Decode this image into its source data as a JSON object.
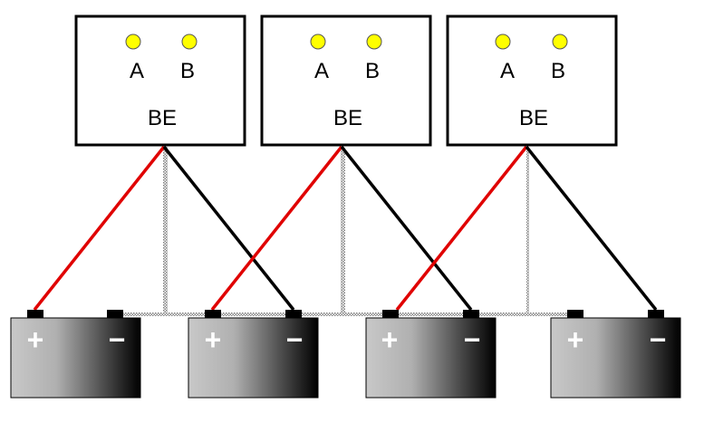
{
  "modules": [
    {
      "label": "BE",
      "led_a": "A",
      "led_b": "B"
    },
    {
      "label": "BE",
      "led_a": "A",
      "led_b": "B"
    },
    {
      "label": "BE",
      "led_a": "A",
      "led_b": "B"
    }
  ],
  "batteries": [
    {
      "plus": "+",
      "minus": "−"
    },
    {
      "plus": "+",
      "minus": "−"
    },
    {
      "plus": "+",
      "minus": "−"
    },
    {
      "plus": "+",
      "minus": "−"
    }
  ],
  "colors": {
    "positive_wire": "#e00000",
    "negative_wire": "#000000",
    "sense_wire": "#9a9a9a",
    "led": "#ffff00",
    "battery_light": "#c8c8c8",
    "battery_dark": "#000000"
  }
}
